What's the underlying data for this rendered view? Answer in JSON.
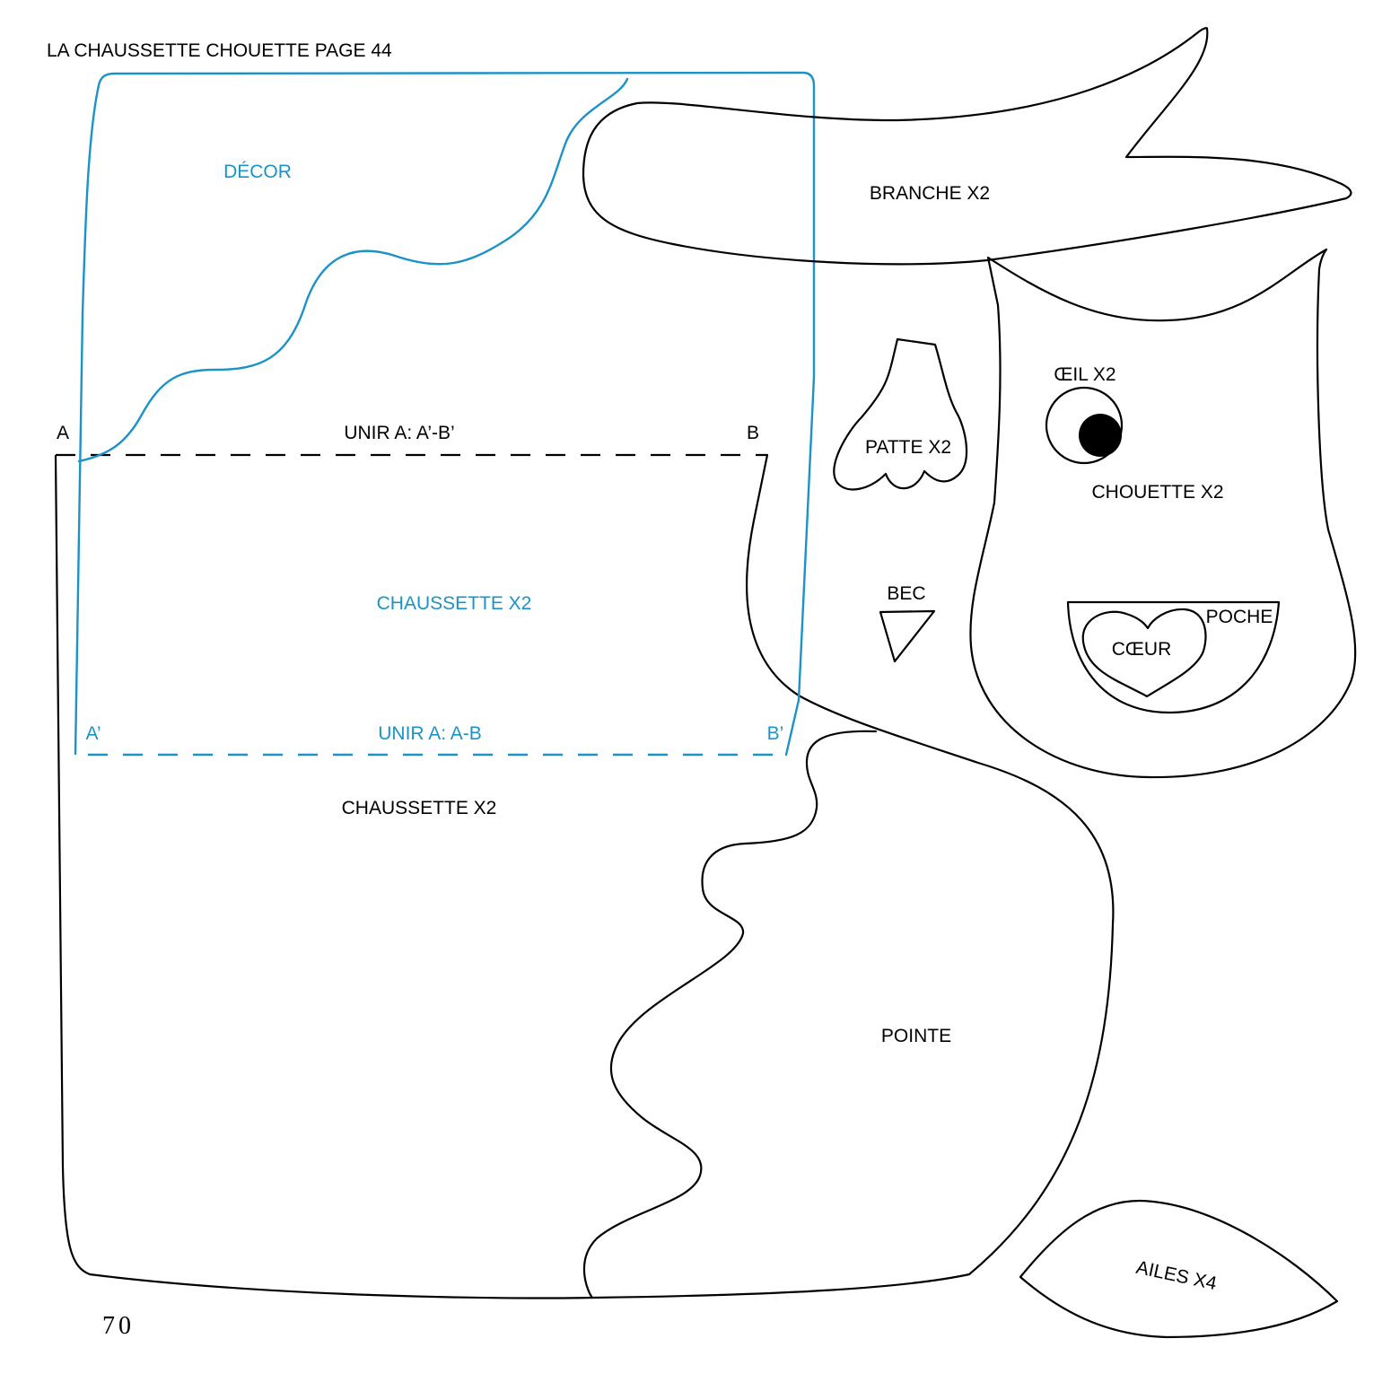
{
  "header": {
    "title": "LA CHAUSSETTE CHOUETTE PAGE 44"
  },
  "footer": {
    "page_number": "70"
  },
  "colors": {
    "outline": "#000000",
    "accent": "#1b93c8"
  },
  "pieces": {
    "decor": "DÉCOR",
    "chaussette_blue": "CHAUSSETTE X2",
    "chaussette_black": "CHAUSSETTE X2",
    "branche": "BRANCHE X2",
    "patte": "PATTE X2",
    "bec": "BEC",
    "oeil": "ŒIL X2",
    "chouette": "CHOUETTE X2",
    "poche": "POCHE",
    "coeur": "CŒUR",
    "pointe": "POINTE",
    "ailes": "AILES X4"
  },
  "markers": {
    "a": "A",
    "b": "B",
    "a_prime": "A’",
    "b_prime": "B’",
    "unir_black": "UNIR A: A’-B’",
    "unir_blue": "UNIR A: A-B"
  }
}
